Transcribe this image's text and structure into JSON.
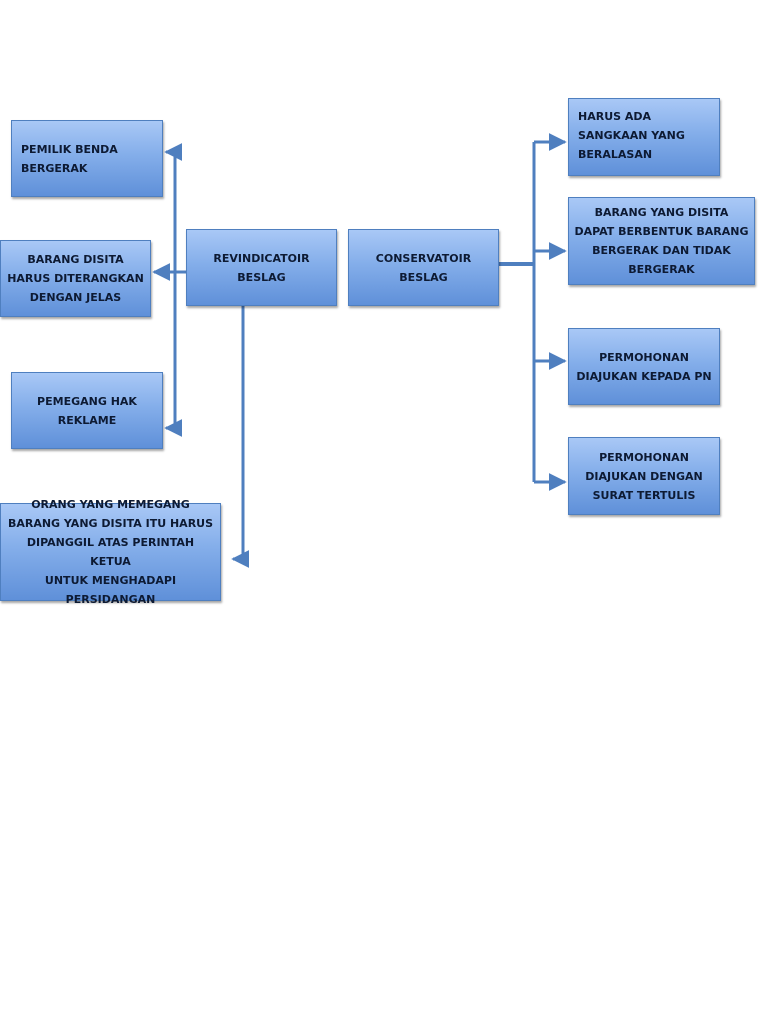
{
  "diagram": {
    "nodes": {
      "pemilik": "PEMILIK BENDA\nBERGERAK",
      "barang": "BARANG DISITA\nHARUS DITERANGKAN\nDENGAN JELAS",
      "pemegang": "PEMEGANG HAK\nREKLAME",
      "orang": "ORANG YANG  MEMEGANG\nBARANG YANG DISITA ITU HARUS\nDIPANGGIL ATAS PERINTAH KETUA\nUNTUK MENGHADAPI\nPERSIDANGAN",
      "revindicatoir": "REVINDICATOIR\nBESLAG",
      "conservatoir": "CONSERVATOIR\nBESLAG",
      "harus_ada": "HARUS ADA\nSANGKAAN YANG\nBERALASAN",
      "dapat_berbentuk": "BARANG YANG DISITA\nDAPAT BERBENTUK BARANG\nBERGERAK DAN TIDAK\nBERGERAK",
      "diajukan_pn": "PERMOHONAN\nDIAJUKAN KEPADA PN",
      "diajukan_tertulis": "PERMOHONAN\nDIAJUKAN DENGAN\nSURAT TERTULIS"
    },
    "colors": {
      "box_top": "#a9c8f6",
      "box_bottom": "#5f90d9",
      "connector": "#4f7fbf",
      "text": "#0d1a33"
    }
  }
}
